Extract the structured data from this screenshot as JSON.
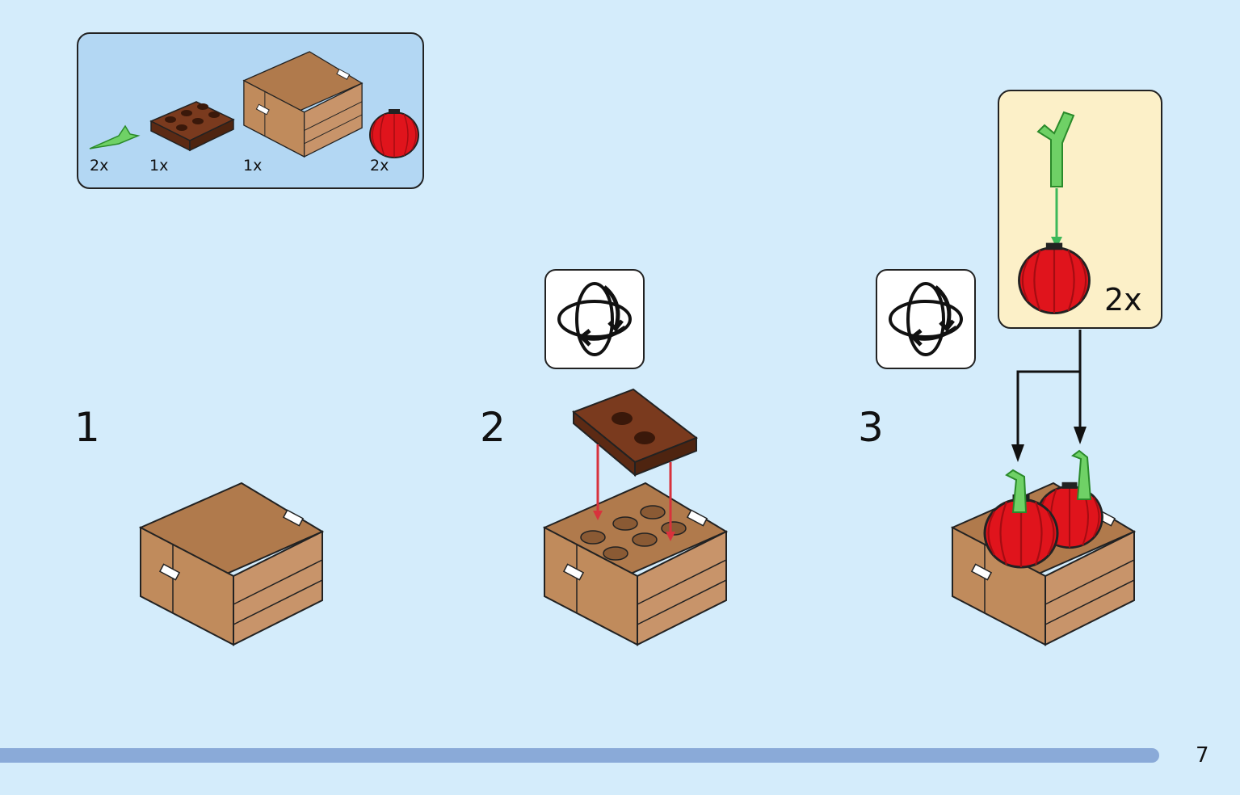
{
  "parts_list": {
    "items": [
      {
        "name": "green-stem",
        "qty": "2x"
      },
      {
        "name": "brown-plate-2x3",
        "qty": "1x"
      },
      {
        "name": "crate",
        "qty": "1x"
      },
      {
        "name": "red-lantern",
        "qty": "2x"
      }
    ]
  },
  "steps": [
    {
      "number": "1"
    },
    {
      "number": "2"
    },
    {
      "number": "3"
    }
  ],
  "submodel": {
    "qty": "2x"
  },
  "page": {
    "number": "7"
  },
  "colors": {
    "background": "#d4ecfb",
    "parts_box": "#b3d7f3",
    "submodel_box": "#fcf0c8",
    "crate_tan": "#c08b5c",
    "plate_brown": "#6e3018",
    "lantern_red": "#e0141c",
    "stem_green": "#6fd166",
    "arrow_red": "#d8323c",
    "arrow_green": "#3cb85a",
    "progress": "#8aaad8"
  },
  "icons": [
    "rotate-model-icon"
  ]
}
